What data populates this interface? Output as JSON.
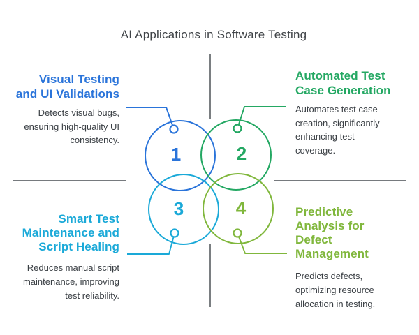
{
  "title": {
    "text": "AI Applications in Software Testing",
    "color": "#3f4347"
  },
  "divider_color": "#63676b",
  "background": "#ffffff",
  "text_color": "#3a3f44",
  "items": [
    {
      "number": "1",
      "accent": "#2a74da",
      "heading": "Visual Testing\nand UI Validations",
      "description": "Detects visual bugs,\nensuring high-quality UI\nconsistency."
    },
    {
      "number": "2",
      "accent": "#24a863",
      "heading": "Automated Test\nCase Generation",
      "description": "Automates test case\ncreation, significantly\nenhancing test\ncoverage."
    },
    {
      "number": "3",
      "accent": "#1aa9d8",
      "heading": "Smart Test\nMaintenance and\nScript Healing",
      "description": "Reduces manual script\nmaintenance, improving\ntest reliability."
    },
    {
      "number": "4",
      "accent": "#80b73c",
      "heading": "Predictive\nAnalysis for\nDefect\nManagement",
      "description": "Predicts defects,\noptimizing resource\nallocation in testing."
    }
  ]
}
